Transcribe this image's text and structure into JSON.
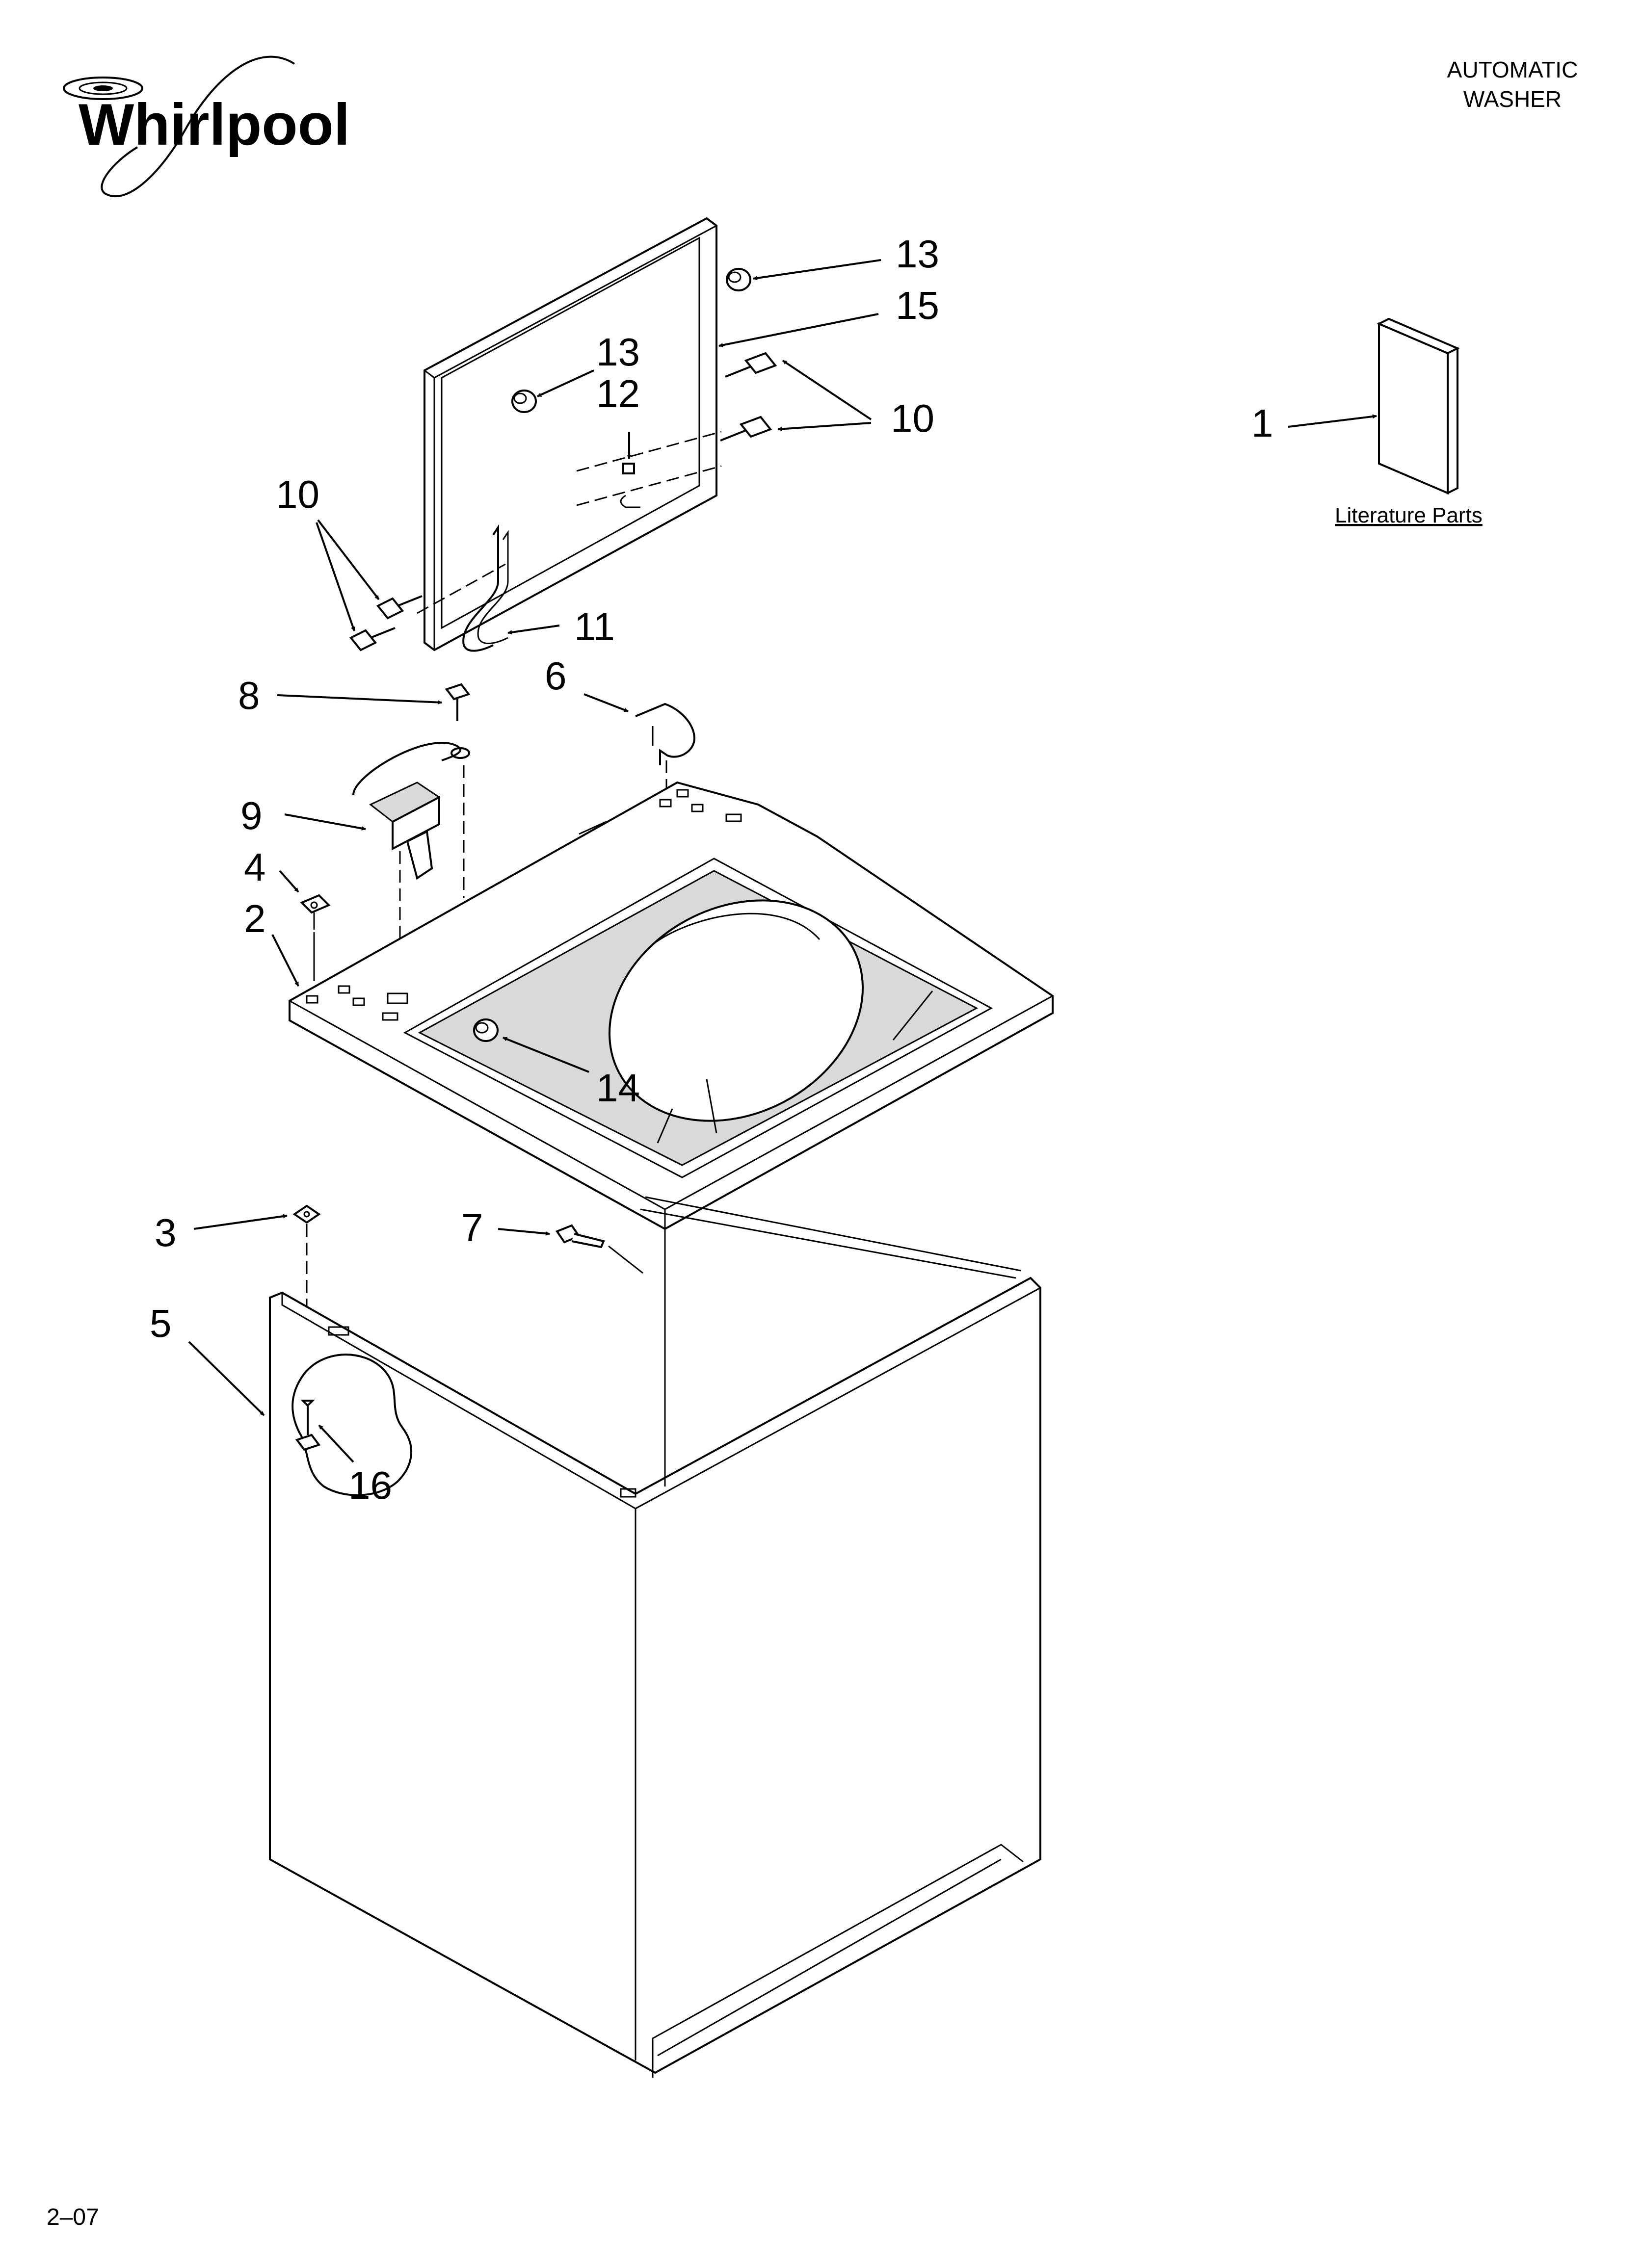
{
  "brand": {
    "name": "Whirlpool"
  },
  "header": {
    "line1": "AUTOMATIC",
    "line2": "WASHER"
  },
  "literature": {
    "label": "Literature Parts"
  },
  "footer": {
    "code": "2–07"
  },
  "callouts": {
    "c1": "1",
    "c2": "2",
    "c3": "3",
    "c4": "4",
    "c5": "5",
    "c6": "6",
    "c7": "7",
    "c8": "8",
    "c9": "9",
    "c10a": "10",
    "c10b": "10",
    "c11": "11",
    "c12": "12",
    "c13a": "13",
    "c13b": "13",
    "c14": "14",
    "c15": "15",
    "c16": "16"
  },
  "icons": {
    "logo": "whirlpool-swirl-logo",
    "lid": "washer-lid-icon",
    "top": "washer-top-icon",
    "cabinet": "washer-cabinet-icon",
    "manual": "manual-icon"
  }
}
